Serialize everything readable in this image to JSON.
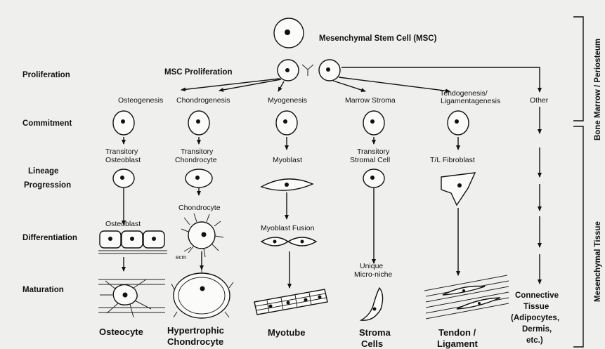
{
  "top": {
    "msc_label": "Mesenchymal Stem Cell (MSC)",
    "proliferation_label": "MSC Proliferation"
  },
  "stages": [
    "Proliferation",
    "Commitment",
    "Lineage",
    "Progression",
    "Differentiation",
    "Maturation"
  ],
  "lineages": [
    {
      "name": "Osteogenesis",
      "transitory": [
        "Transitory",
        "Osteoblast"
      ],
      "differentiated": "Osteoblast",
      "final": [
        "Osteocyte"
      ]
    },
    {
      "name": "Chondrogenesis",
      "transitory": [
        "Transitory",
        "Chondrocyte"
      ],
      "differentiated": "Chondrocyte",
      "ecm": "ecm",
      "final": [
        "Hypertrophic",
        "Chondrocyte"
      ]
    },
    {
      "name": "Myogenesis",
      "transitory": [
        "Myoblast"
      ],
      "differentiated": "Myoblast Fusion",
      "final": [
        "Myotube"
      ]
    },
    {
      "name": "Marrow Stroma",
      "transitory": [
        "Transitory",
        "Stromal Cell"
      ],
      "differentiated": [
        "Unique",
        "Micro-niche"
      ],
      "final": [
        "Stroma",
        "Cells"
      ]
    },
    {
      "name": [
        "Tendogenesis/",
        "Ligamentagenesis"
      ],
      "transitory": [
        "T/L Fibroblast"
      ],
      "final": [
        "Tendon /",
        "Ligament"
      ]
    },
    {
      "name": "Other",
      "final": [
        "Connective",
        "Tissue",
        "(Adipocytes,",
        "Dermis,",
        "etc.)"
      ]
    }
  ],
  "side_labels": {
    "upper": "Bone Marrow / Periosteum",
    "lower": "Mesenchymal Tissue"
  }
}
